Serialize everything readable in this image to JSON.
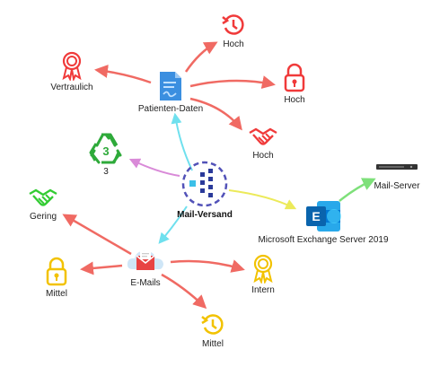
{
  "nodes": {
    "center": "Mail-Versand",
    "patient": "Patienten-Daten",
    "hoch_avail": "Hoch",
    "hoch_conf": "Hoch",
    "hoch_int": "Hoch",
    "vertraulich": "Vertraulich",
    "recycle": "3",
    "recycle_label": "3",
    "gering": "Gering",
    "exchange": "Microsoft Exchange Server 2019",
    "exchange_logo": "E",
    "mailserver": "Mail-Server",
    "emails": "E-Mails",
    "mittel_conf": "Mittel",
    "intern": "Intern",
    "mittel_avail": "Mittel"
  },
  "colors": {
    "protection_edge": "#f06a63",
    "center_to_data": "#6fe0ee",
    "center_to_exchange": "#ecea5a",
    "center_to_category": "#d98ad8",
    "exchange_to_server": "#7ee07a",
    "high": "#f03a3a",
    "low": "#33cc33",
    "medium": "#f2c200",
    "center_blue": "#5252b8",
    "exchange_blue": "#0a64ad"
  }
}
